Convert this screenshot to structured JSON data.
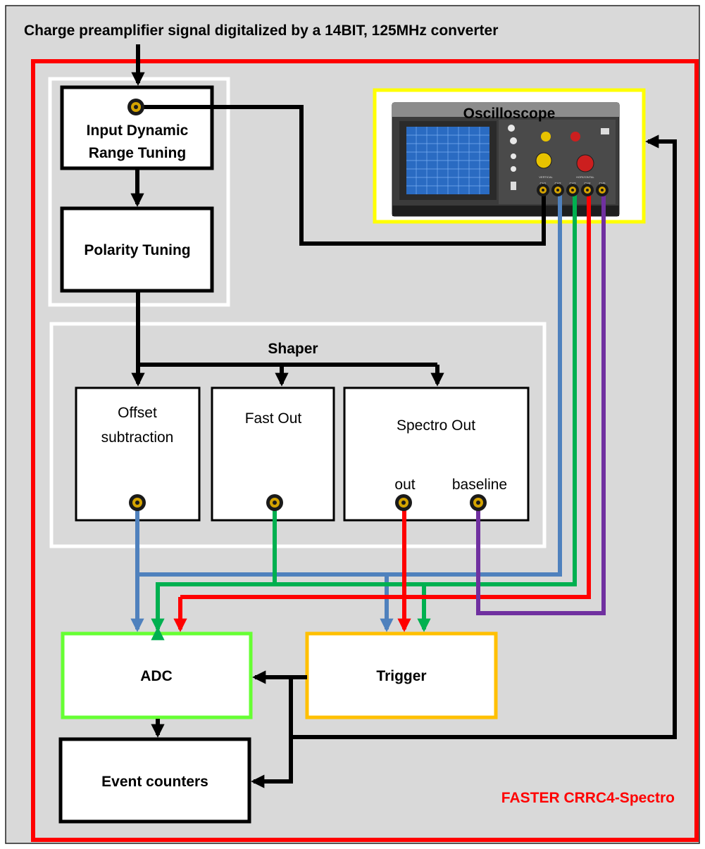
{
  "header": {
    "title": "Charge preamplifier signal digitalized by a 14BIT, 125MHz converter"
  },
  "frame": {
    "label": "FASTER CRRC4-Spectro"
  },
  "blocks": {
    "input_dynamic": {
      "line1": "Input Dynamic",
      "line2": "Range Tuning"
    },
    "polarity": {
      "label": "Polarity Tuning"
    },
    "shaper": {
      "label": "Shaper"
    },
    "offset": {
      "line1": "Offset",
      "line2": "subtraction"
    },
    "fast_out": {
      "label": "Fast Out"
    },
    "spectro_out": {
      "label": "Spectro Out",
      "out": "out",
      "baseline": "baseline"
    },
    "adc": {
      "label": "ADC"
    },
    "trigger": {
      "label": "Trigger"
    },
    "event_counters": {
      "label": "Event counters"
    },
    "oscilloscope": {
      "label": "Oscilloscope"
    }
  },
  "oscilloscope_panel": {
    "channels": [
      "CH1",
      "CH2",
      "CH3",
      "CH4",
      "CH5"
    ],
    "section_labels": [
      "VERTICAL",
      "HORIZONTAL"
    ]
  },
  "colors": {
    "frame_red": "#ff0000",
    "panel_gray": "#d9d9d9",
    "signal_black": "#000000",
    "blue": "#4f81bd",
    "green": "#00b050",
    "red": "#ff0000",
    "purple": "#7030a0",
    "adc_border": "#66ff33",
    "trigger_border": "#ffc000",
    "oscilloscope_border": "#ffff00",
    "connector_fill": "#1a1a1a",
    "connector_ring": "#d4a300"
  }
}
